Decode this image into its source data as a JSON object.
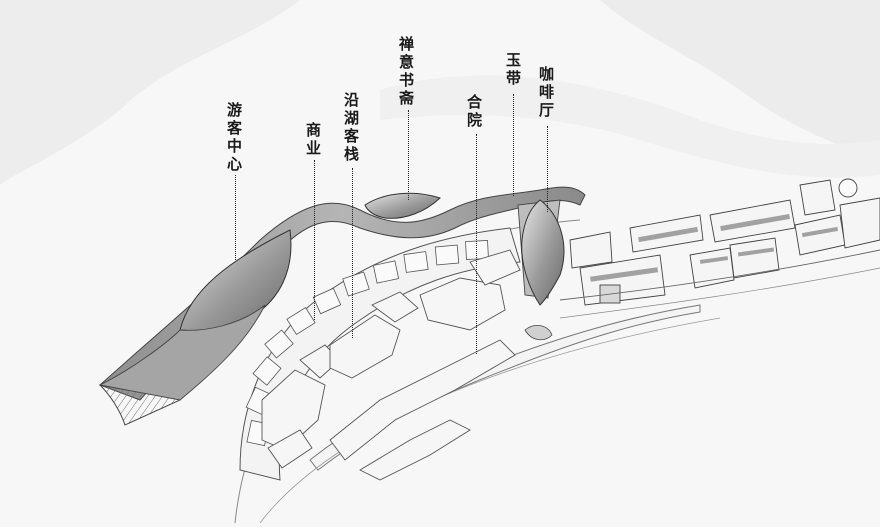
{
  "labels": {
    "visitor_center": "游客中心",
    "commercial": "商业",
    "lakeside_inn": "沿湖客栈",
    "zen_study": "禅意书斋",
    "courtyard": "合院",
    "jade_belt": "玉带",
    "cafe": "咖啡厅"
  },
  "colors": {
    "background": "#f7f7f7",
    "roof_dark": "#7d7d7d",
    "roof_light": "#d9d9d9",
    "building_fill": "#f2f2f2",
    "outline": "#555555",
    "label_text": "#1a1a1a"
  }
}
